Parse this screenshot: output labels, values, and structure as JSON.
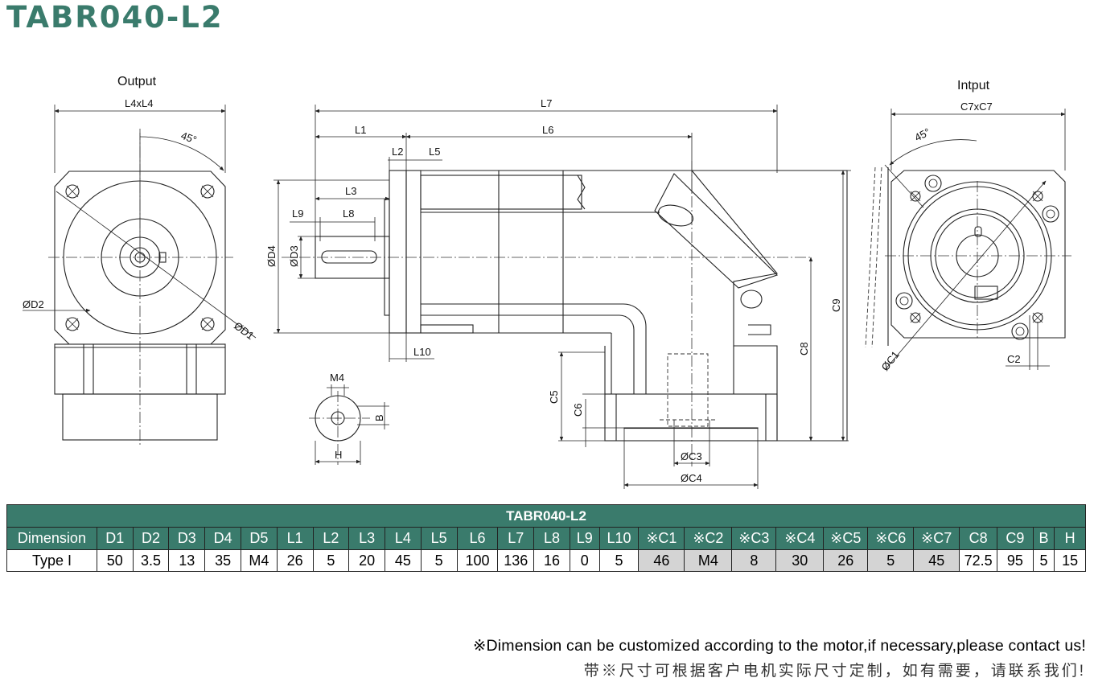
{
  "title": "TABR040-L2",
  "views": {
    "output_label": "Output",
    "input_label": "Intput"
  },
  "dimension_labels": {
    "l4xl4": "L4xL4",
    "angle_out": "45°",
    "d1": "ØD1",
    "d2": "ØD2",
    "l7": "L7",
    "l1": "L1",
    "l6": "L6",
    "l2": "L2",
    "l5": "L5",
    "l3": "L3",
    "l9": "L9",
    "l8": "L8",
    "d4": "ØD4",
    "d3": "ØD3",
    "l10": "L10",
    "c9": "C9",
    "c8": "C8",
    "c5": "C5",
    "c6": "C6",
    "c3": "ØC3",
    "c4": "ØC4",
    "m4": "M4",
    "b": "B",
    "h": "H",
    "c7xc7": "C7xC7",
    "angle_in": "45°",
    "c1": "ØC1",
    "c2": "C2"
  },
  "table": {
    "caption": "TABR040-L2",
    "headers": [
      "Dimension",
      "D1",
      "D2",
      "D3",
      "D4",
      "D5",
      "L1",
      "L2",
      "L3",
      "L4",
      "L5",
      "L6",
      "L7",
      "L8",
      "L9",
      "L10",
      "※C1",
      "※C2",
      "※C3",
      "※C4",
      "※C5",
      "※C6",
      "※C7",
      "C8",
      "C9",
      "B",
      "H"
    ],
    "rows": [
      [
        "Type I",
        "50",
        "3.5",
        "13",
        "35",
        "M4",
        "26",
        "5",
        "20",
        "45",
        "5",
        "100",
        "136",
        "16",
        "0",
        "5",
        "46",
        "M4",
        "8",
        "30",
        "26",
        "5",
        "45",
        "72.5",
        "95",
        "5",
        "15"
      ]
    ]
  },
  "notes": {
    "english": "※Dimension can be customized according to the motor,if necessary,please contact us!",
    "chinese": "带※尺寸可根据客户电机实际尺寸定制，如有需要，请联系我们!"
  },
  "colors": {
    "brand_green": "#3a7b6c",
    "custom_cell_grey": "#d4d4d4"
  }
}
